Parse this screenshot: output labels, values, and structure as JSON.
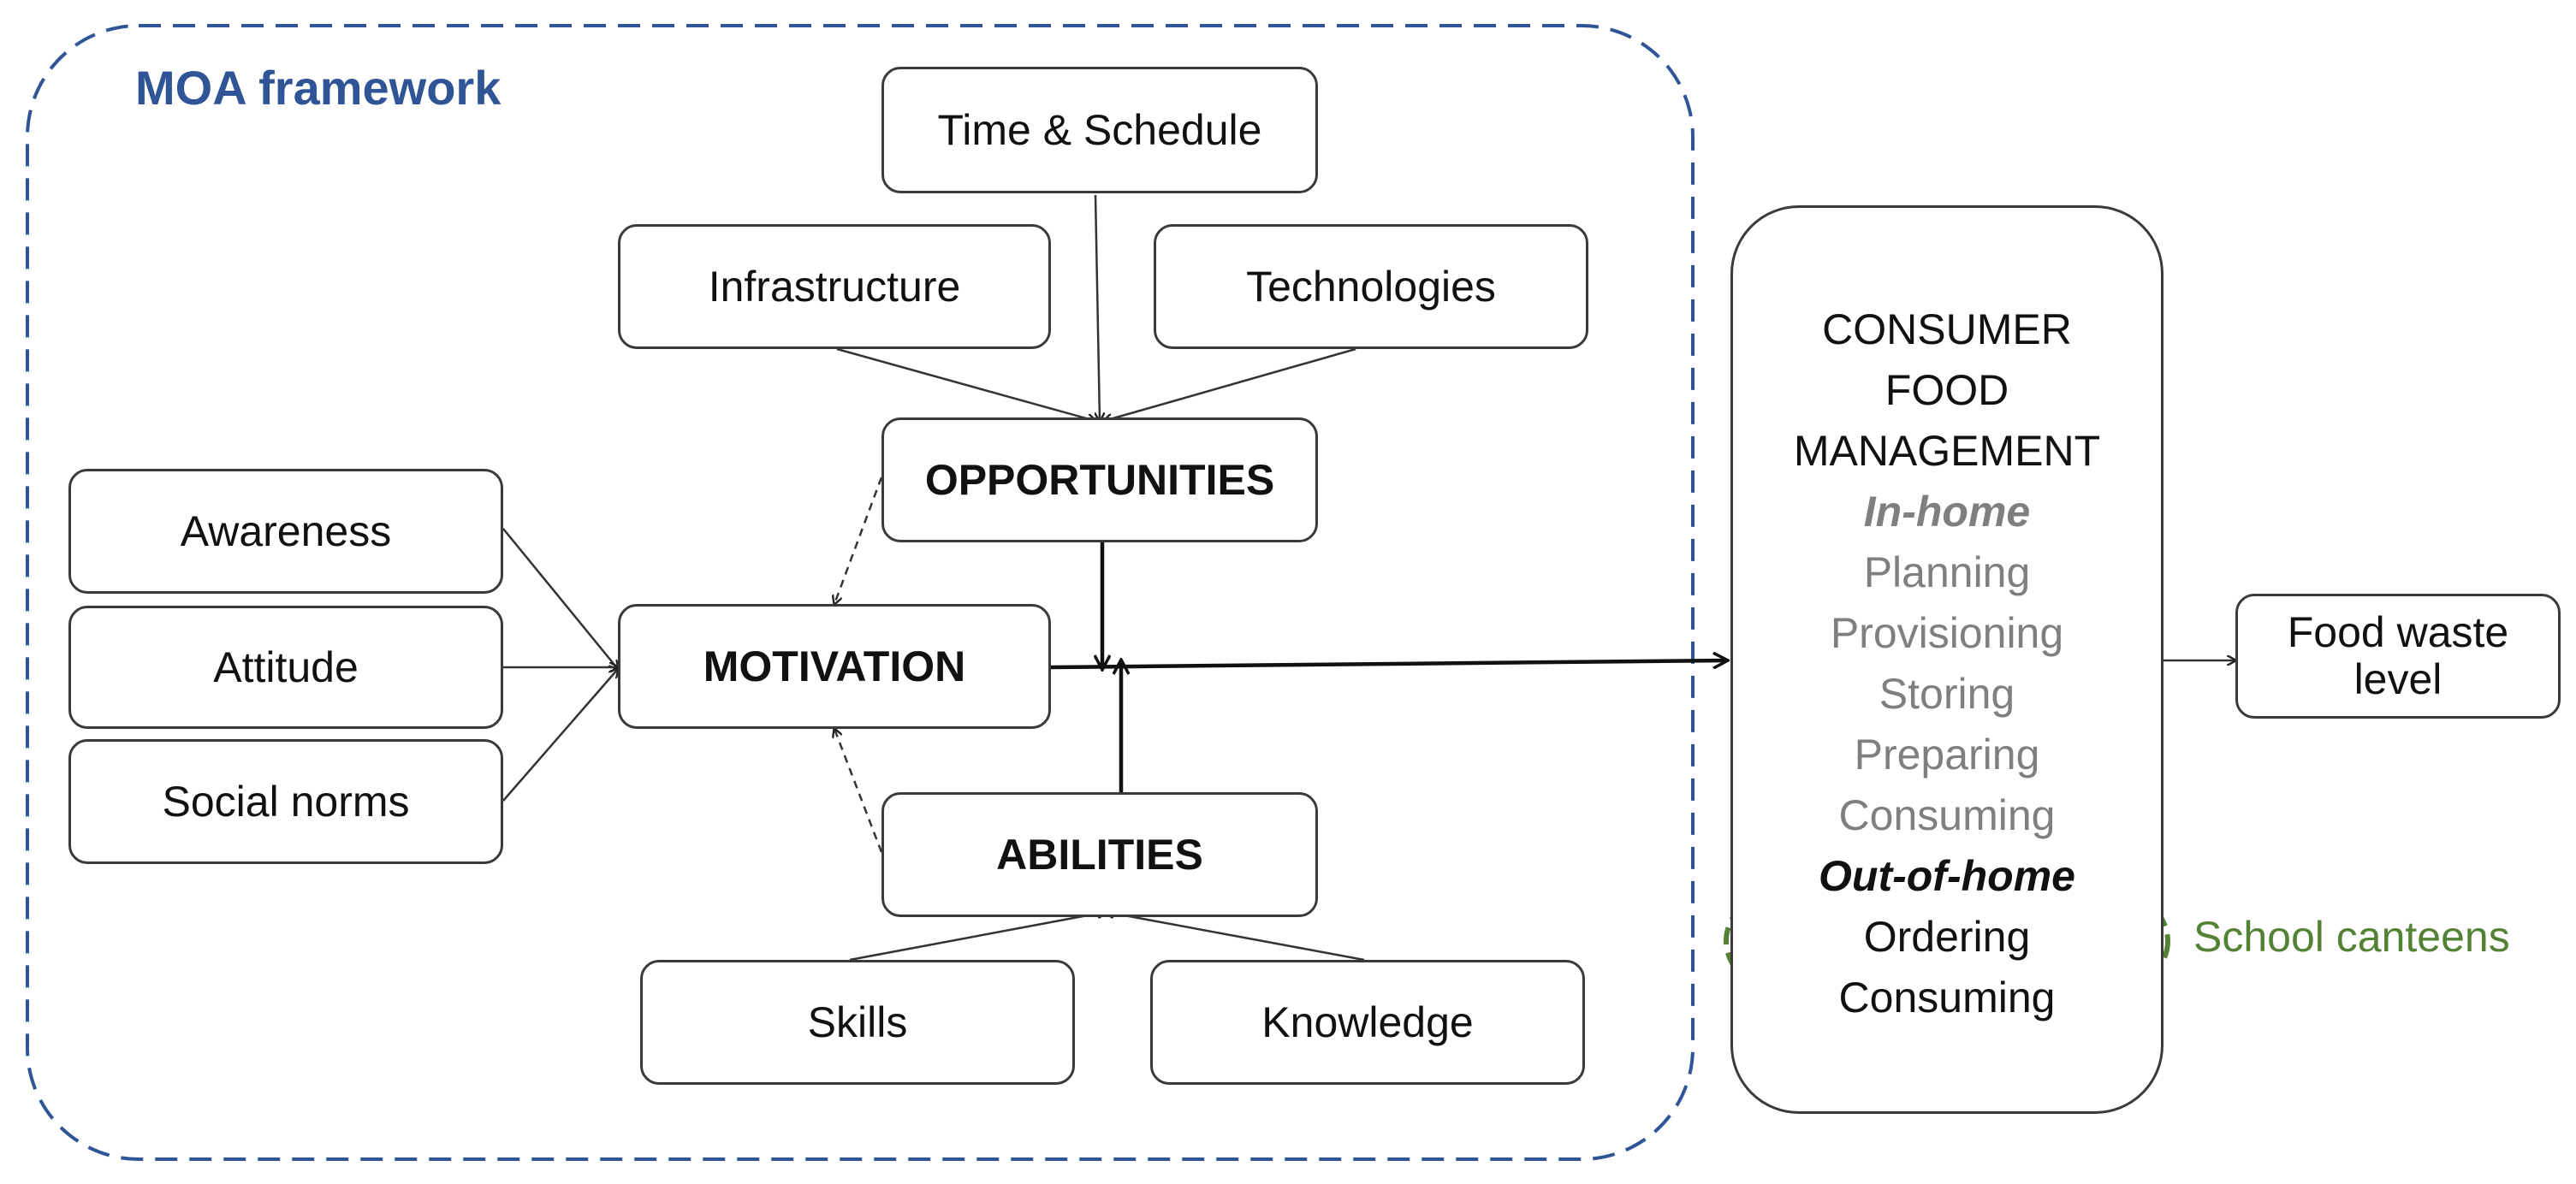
{
  "frame": {
    "title": "MOA framework",
    "border_color": "#2f5597"
  },
  "nodes": {
    "time": "Time & Schedule",
    "infrastructure": "Infrastructure",
    "technologies": "Technologies",
    "opportunities": "OPPORTUNITIES",
    "awareness": "Awareness",
    "attitude": "Attitude",
    "social_norms": "Social norms",
    "motivation": "MOTIVATION",
    "abilities": "ABILITIES",
    "skills": "Skills",
    "knowledge": "Knowledge",
    "food_waste": "Food waste level"
  },
  "cfm": {
    "heading": [
      "CONSUMER",
      "FOOD",
      "MANAGEMENT"
    ],
    "in_home": {
      "label": "In-home",
      "items": [
        "Planning",
        "Provisioning",
        "Storing",
        "Preparing",
        "Consuming"
      ]
    },
    "out_of_home": {
      "label": "Out-of-home",
      "items": [
        "Ordering",
        "Consuming"
      ]
    }
  },
  "highlight": {
    "label": "School canteens",
    "color": "#548235"
  },
  "colors": {
    "grey_text": "#7f7f7f",
    "line": "#3a3a3a"
  }
}
